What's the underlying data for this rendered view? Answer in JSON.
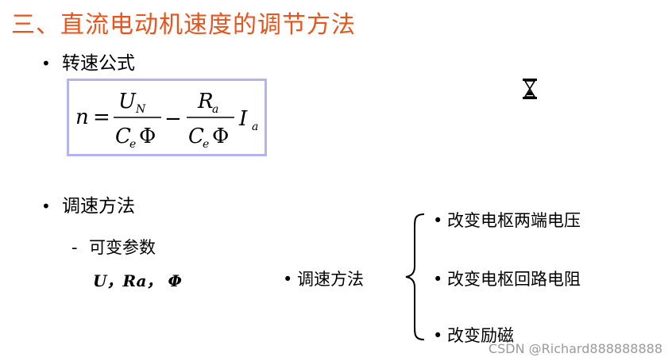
{
  "title": "三、直流电动机速度的调节方法",
  "bullets": {
    "marker": "•",
    "item1": "转速公式",
    "item2": "调速方法"
  },
  "formula": {
    "lhs": "n",
    "equals": "=",
    "num1": "U",
    "num1_sub": "N",
    "den_c": "C",
    "den_sub": "e",
    "den_phi": "Φ",
    "minus": "−",
    "num2": "R",
    "num2_sub": "a",
    "current": "I",
    "current_sub": "a"
  },
  "sub": {
    "dash": "-",
    "label": "可变参数",
    "params": "U，Ra，  Φ"
  },
  "method": {
    "marker": "•",
    "label": "调速方法"
  },
  "options": {
    "marker": "•",
    "items": [
      "改变电枢两端电压",
      "改变电枢回路电阻",
      "改变励磁"
    ]
  },
  "watermark": "CSDN @Richard888888888",
  "colors": {
    "title": "#e8541c",
    "formula_border": "#b4b4f2",
    "watermark": "#9a9a9a"
  },
  "icons": {
    "cursor": "hourglass-icon",
    "brace": "left-curly-brace"
  }
}
